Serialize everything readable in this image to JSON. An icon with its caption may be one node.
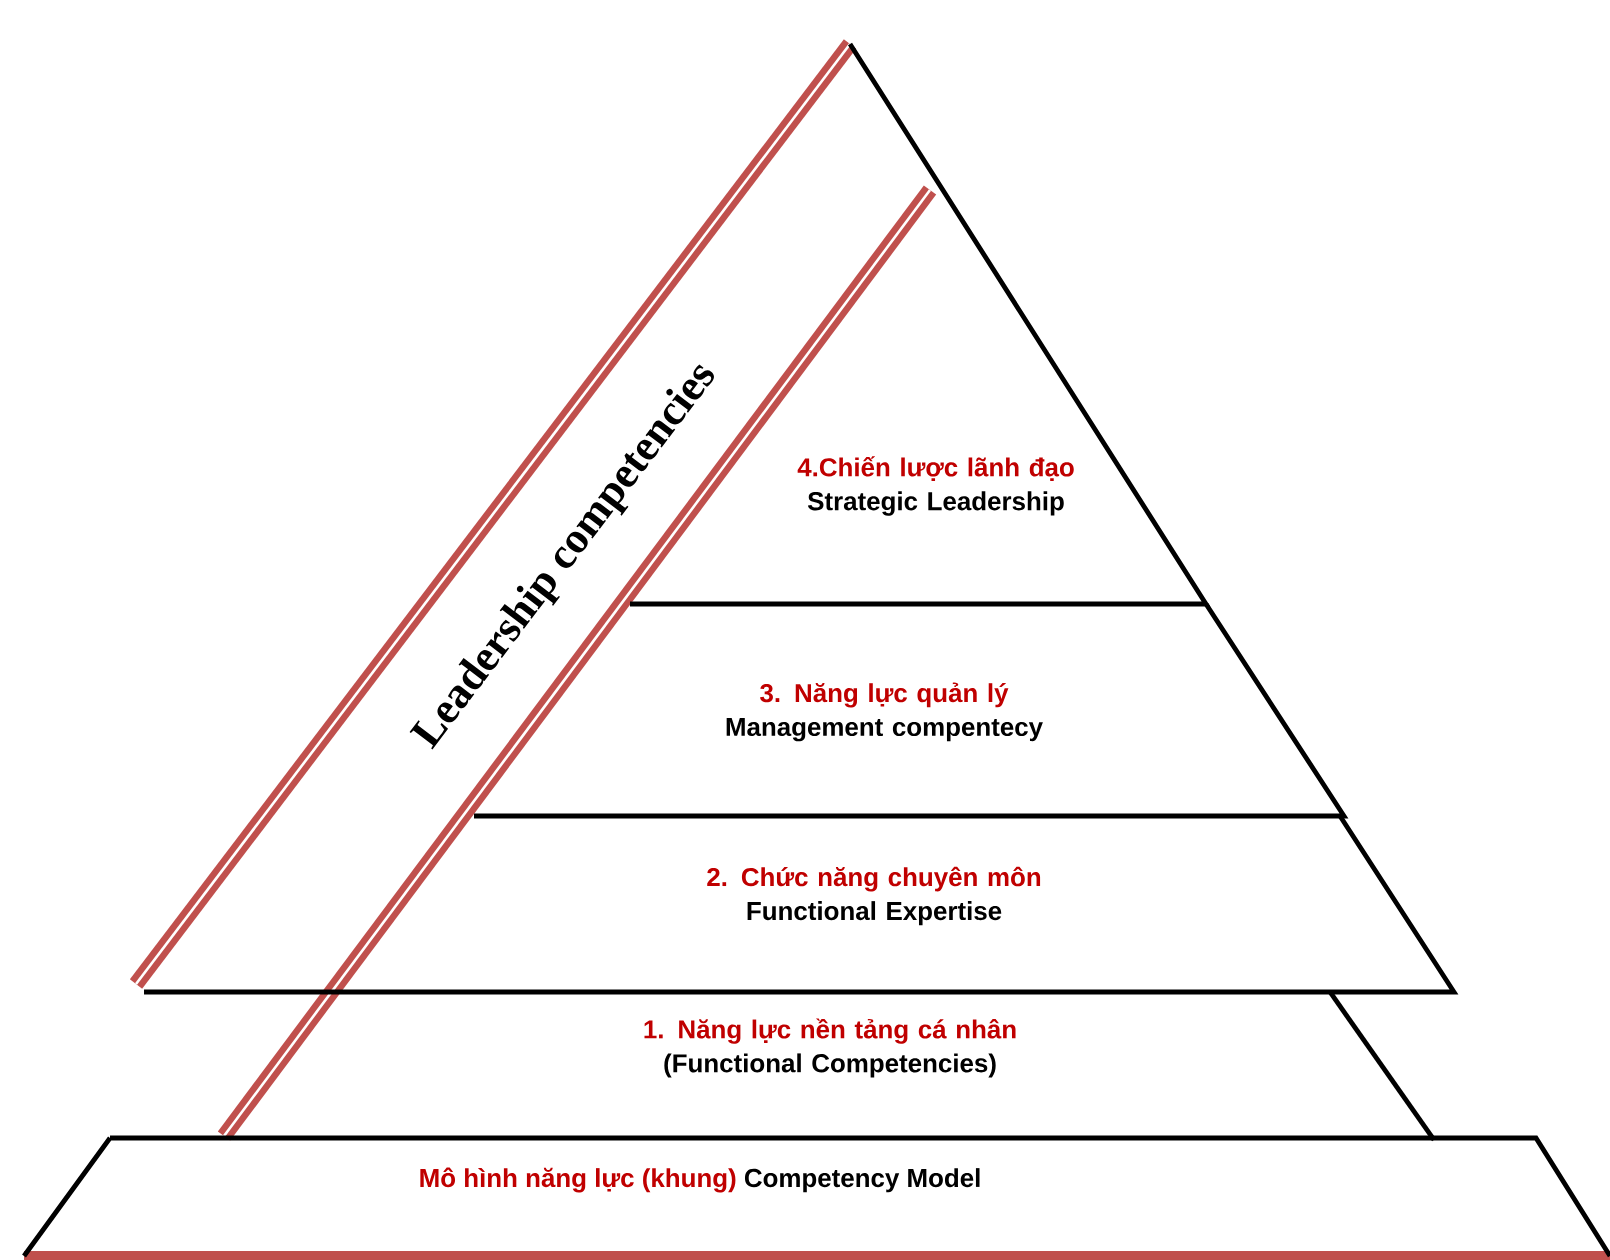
{
  "diagram": {
    "nodes": [
      {
        "text": [
          "4.Chiến lược lãnh đạo",
          "Strategic Leadership"
        ]
      },
      {
        "text": [
          "3. Năng lực quản lý",
          "Management compentecy"
        ]
      },
      {
        "text": [
          "2. Chức năng chuyên môn",
          "Functional Expertise"
        ]
      },
      {
        "text": [
          "1. Năng lực nền tảng cá nhân",
          "(Functional Competencies)"
        ]
      },
      {
        "text": [
          "Mô hình năng lực (khung)",
          "Competency Model"
        ]
      }
    ],
    "labels": [
      "Leadership competencies"
    ]
  }
}
